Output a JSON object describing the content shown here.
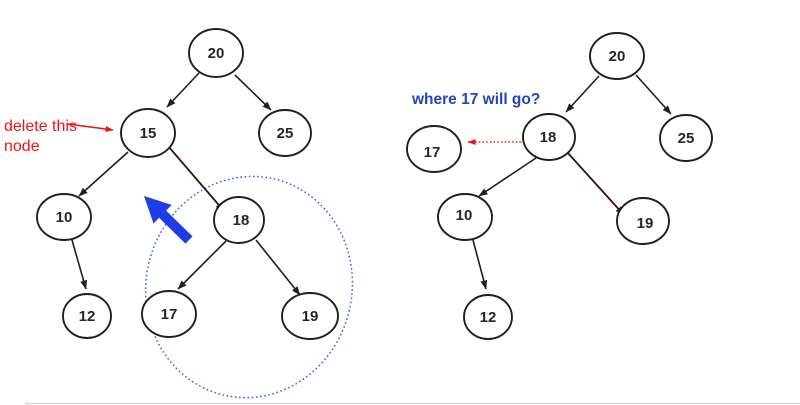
{
  "page": {
    "background": "#ffffff",
    "description": "Binary search tree deletion illustration: left tree before deleting node 15, right tree after replacement by in-order successor 18"
  },
  "colors": {
    "node_stroke": "#1f1f1f",
    "node_text": "#262626",
    "edge_black": "#1f1f1f",
    "edge_maroon": "#3a1212",
    "annotation_red": "#ee1414",
    "annotation_blue_text": "#2543c4",
    "cursor_blue": "#1e3ce8",
    "ellipse_blue": "#3d5bfa",
    "bottom_rule": "#d9d9d9"
  },
  "annotations": {
    "delete_note": {
      "line1": "delete this",
      "line2": "node",
      "target_node": "15"
    },
    "question_note": {
      "text": "where 17 will go?"
    },
    "highlight": "blue dotted ellipse around subtree 18,17,19 in left tree",
    "cursor": "thick blue arrow pointing up-left toward node 15's right edge"
  },
  "trees": {
    "left": {
      "nodes": [
        {
          "label": "20"
        },
        {
          "label": "15"
        },
        {
          "label": "25"
        },
        {
          "label": "10"
        },
        {
          "label": "18"
        },
        {
          "label": "12"
        },
        {
          "label": "17"
        },
        {
          "label": "19"
        }
      ],
      "edges": [
        "20-15",
        "20-25",
        "15-10",
        "10-12",
        "18-17",
        "18-19",
        "15-18 (dark maroon arrow into circled subtree)"
      ]
    },
    "right": {
      "nodes": [
        {
          "label": "20"
        },
        {
          "label": "18"
        },
        {
          "label": "25"
        },
        {
          "label": "17"
        },
        {
          "label": "10"
        },
        {
          "label": "19"
        },
        {
          "label": "12"
        }
      ],
      "edges": [
        "20-18",
        "20-25",
        "18-10",
        "10-12",
        "18-19 (dark maroon arrow)",
        "18-17 (red dotted arrow)"
      ]
    }
  }
}
